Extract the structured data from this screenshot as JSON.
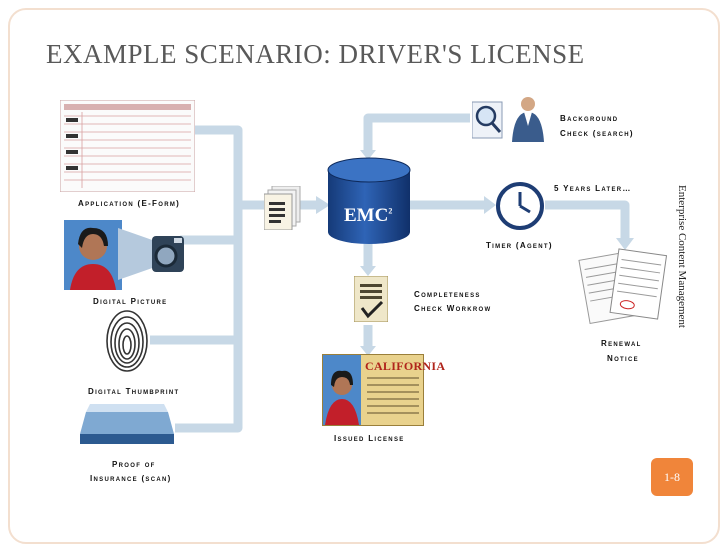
{
  "slide": {
    "title": "EXAMPLE SCENARIO: DRIVER'S LICENSE",
    "side_title": "Enterprise Content Management",
    "page_number": "1-8"
  },
  "hub": {
    "logo_text": "EMC",
    "logo_superscript": "2"
  },
  "labels": {
    "application": "Application (E-Form)",
    "digital_picture": "Digital Picture",
    "digital_thumbprint": "Digital Thumbprint",
    "proof_line1": "Proof of",
    "proof_line2": "Insurance (scan)",
    "background_line1": "Background",
    "background_line2": "Check (search)",
    "years_later": "5 Years Later…",
    "timer": "Timer (Agent)",
    "completeness_line1": "Completeness",
    "completeness_line2": "Check Workrow",
    "issued_license": "Issued License",
    "renewal_line1": "Renewal",
    "renewal_line2": "Notice"
  },
  "license_card": {
    "state": "CALIFORNIA"
  },
  "colors": {
    "accent": "#f0853a",
    "pipe": "#c7d8e6",
    "database": "#1d4f9c"
  }
}
